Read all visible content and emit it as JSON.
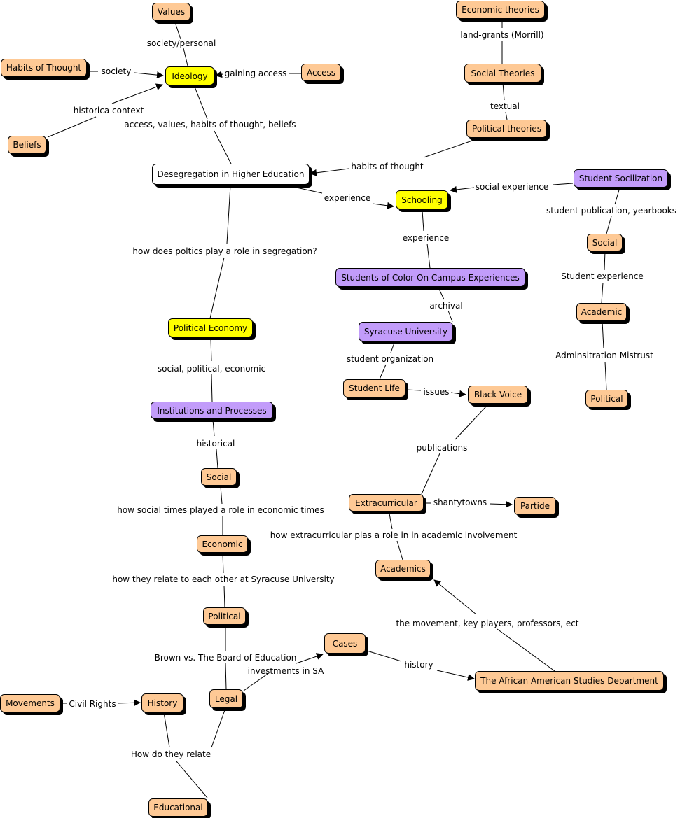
{
  "colors": {
    "orange": "#fec995",
    "yellow": "#ffff00",
    "purple": "#c29cfa",
    "white": "#ffffff",
    "line": "#000000"
  },
  "nodes": {
    "values": "Values",
    "economic_theories": "Economic theories",
    "habits_of_thought": "Habits of Thought",
    "ideology": "Ideology",
    "access": "Access",
    "social_theories": "Social Theories",
    "political_theories": "Political theories",
    "beliefs": "Beliefs",
    "desegregation": "Desegregation in Higher Education",
    "schooling": "Schooling",
    "student_socilization": "Student Socilization",
    "social_right": "Social",
    "students_of_color": "Students of Color On Campus Experiences",
    "academic": "Academic",
    "political_economy": "Political Economy",
    "syracuse": "Syracuse University",
    "student_life": "Student Life",
    "black_voice": "Black Voice",
    "political_right": "Political",
    "institutions": "Institutions and Processes",
    "social_left": "Social",
    "extracurricular": "Extracurricular",
    "partide": "Partide",
    "economic": "Economic",
    "academics": "Academics",
    "political_left": "Political",
    "cases": "Cases",
    "african_american": "The African American Studies Department",
    "movements": "Movements",
    "history": "History",
    "legal": "Legal",
    "educational": "Educational"
  },
  "links": {
    "society_personal": "society/personal",
    "land_grants": "land-grants (Morrill)",
    "society": "society",
    "gaining_access": "gaining access",
    "historica_context": "historica context",
    "textual": "textual",
    "access_values": "access, values, habits of thought, beliefs",
    "habits_of_thought": "habits of thought",
    "experience_1": "experience",
    "social_experience": "social experience",
    "student_publication": "student publication, yearbooks",
    "experience_2": "experience",
    "poltics_role": "how does poltics play a role in segregation?",
    "student_experience": "Student experience",
    "archival": "archival",
    "adminsitration_mistrust": "Adminsitration Mistrust",
    "student_organization": "student organization",
    "social_political_economic": "social, political, economic",
    "issues": "issues",
    "publications": "publications",
    "historical": "historical",
    "shantytowns": "shantytowns",
    "social_times": "how social times played a role in economic times",
    "extracurricular_role": "how extracurricular plas a role in in academic involvement",
    "relate_syracuse": "how they relate to each other at Syracuse University",
    "the_movement": "the movement, key players, professors, ect",
    "brown": "Brown vs. The Board of Education",
    "investments": "investments in SA",
    "history_link": "history",
    "civil_rights": "Civil Rights",
    "how_relate": "How do they relate"
  }
}
